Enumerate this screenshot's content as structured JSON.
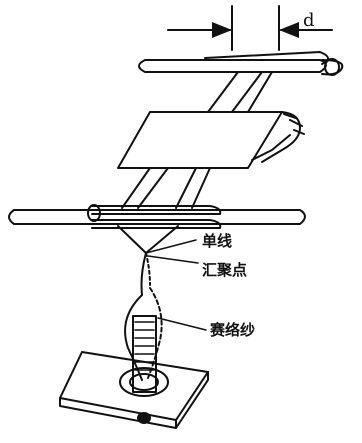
{
  "labels": {
    "dimension": "d",
    "single_thread": "单线",
    "convergence_point": "汇聚点",
    "wrapped_yarn": "赛络纱"
  },
  "colors": {
    "ink": "#111111",
    "paper": "#ffffff"
  }
}
